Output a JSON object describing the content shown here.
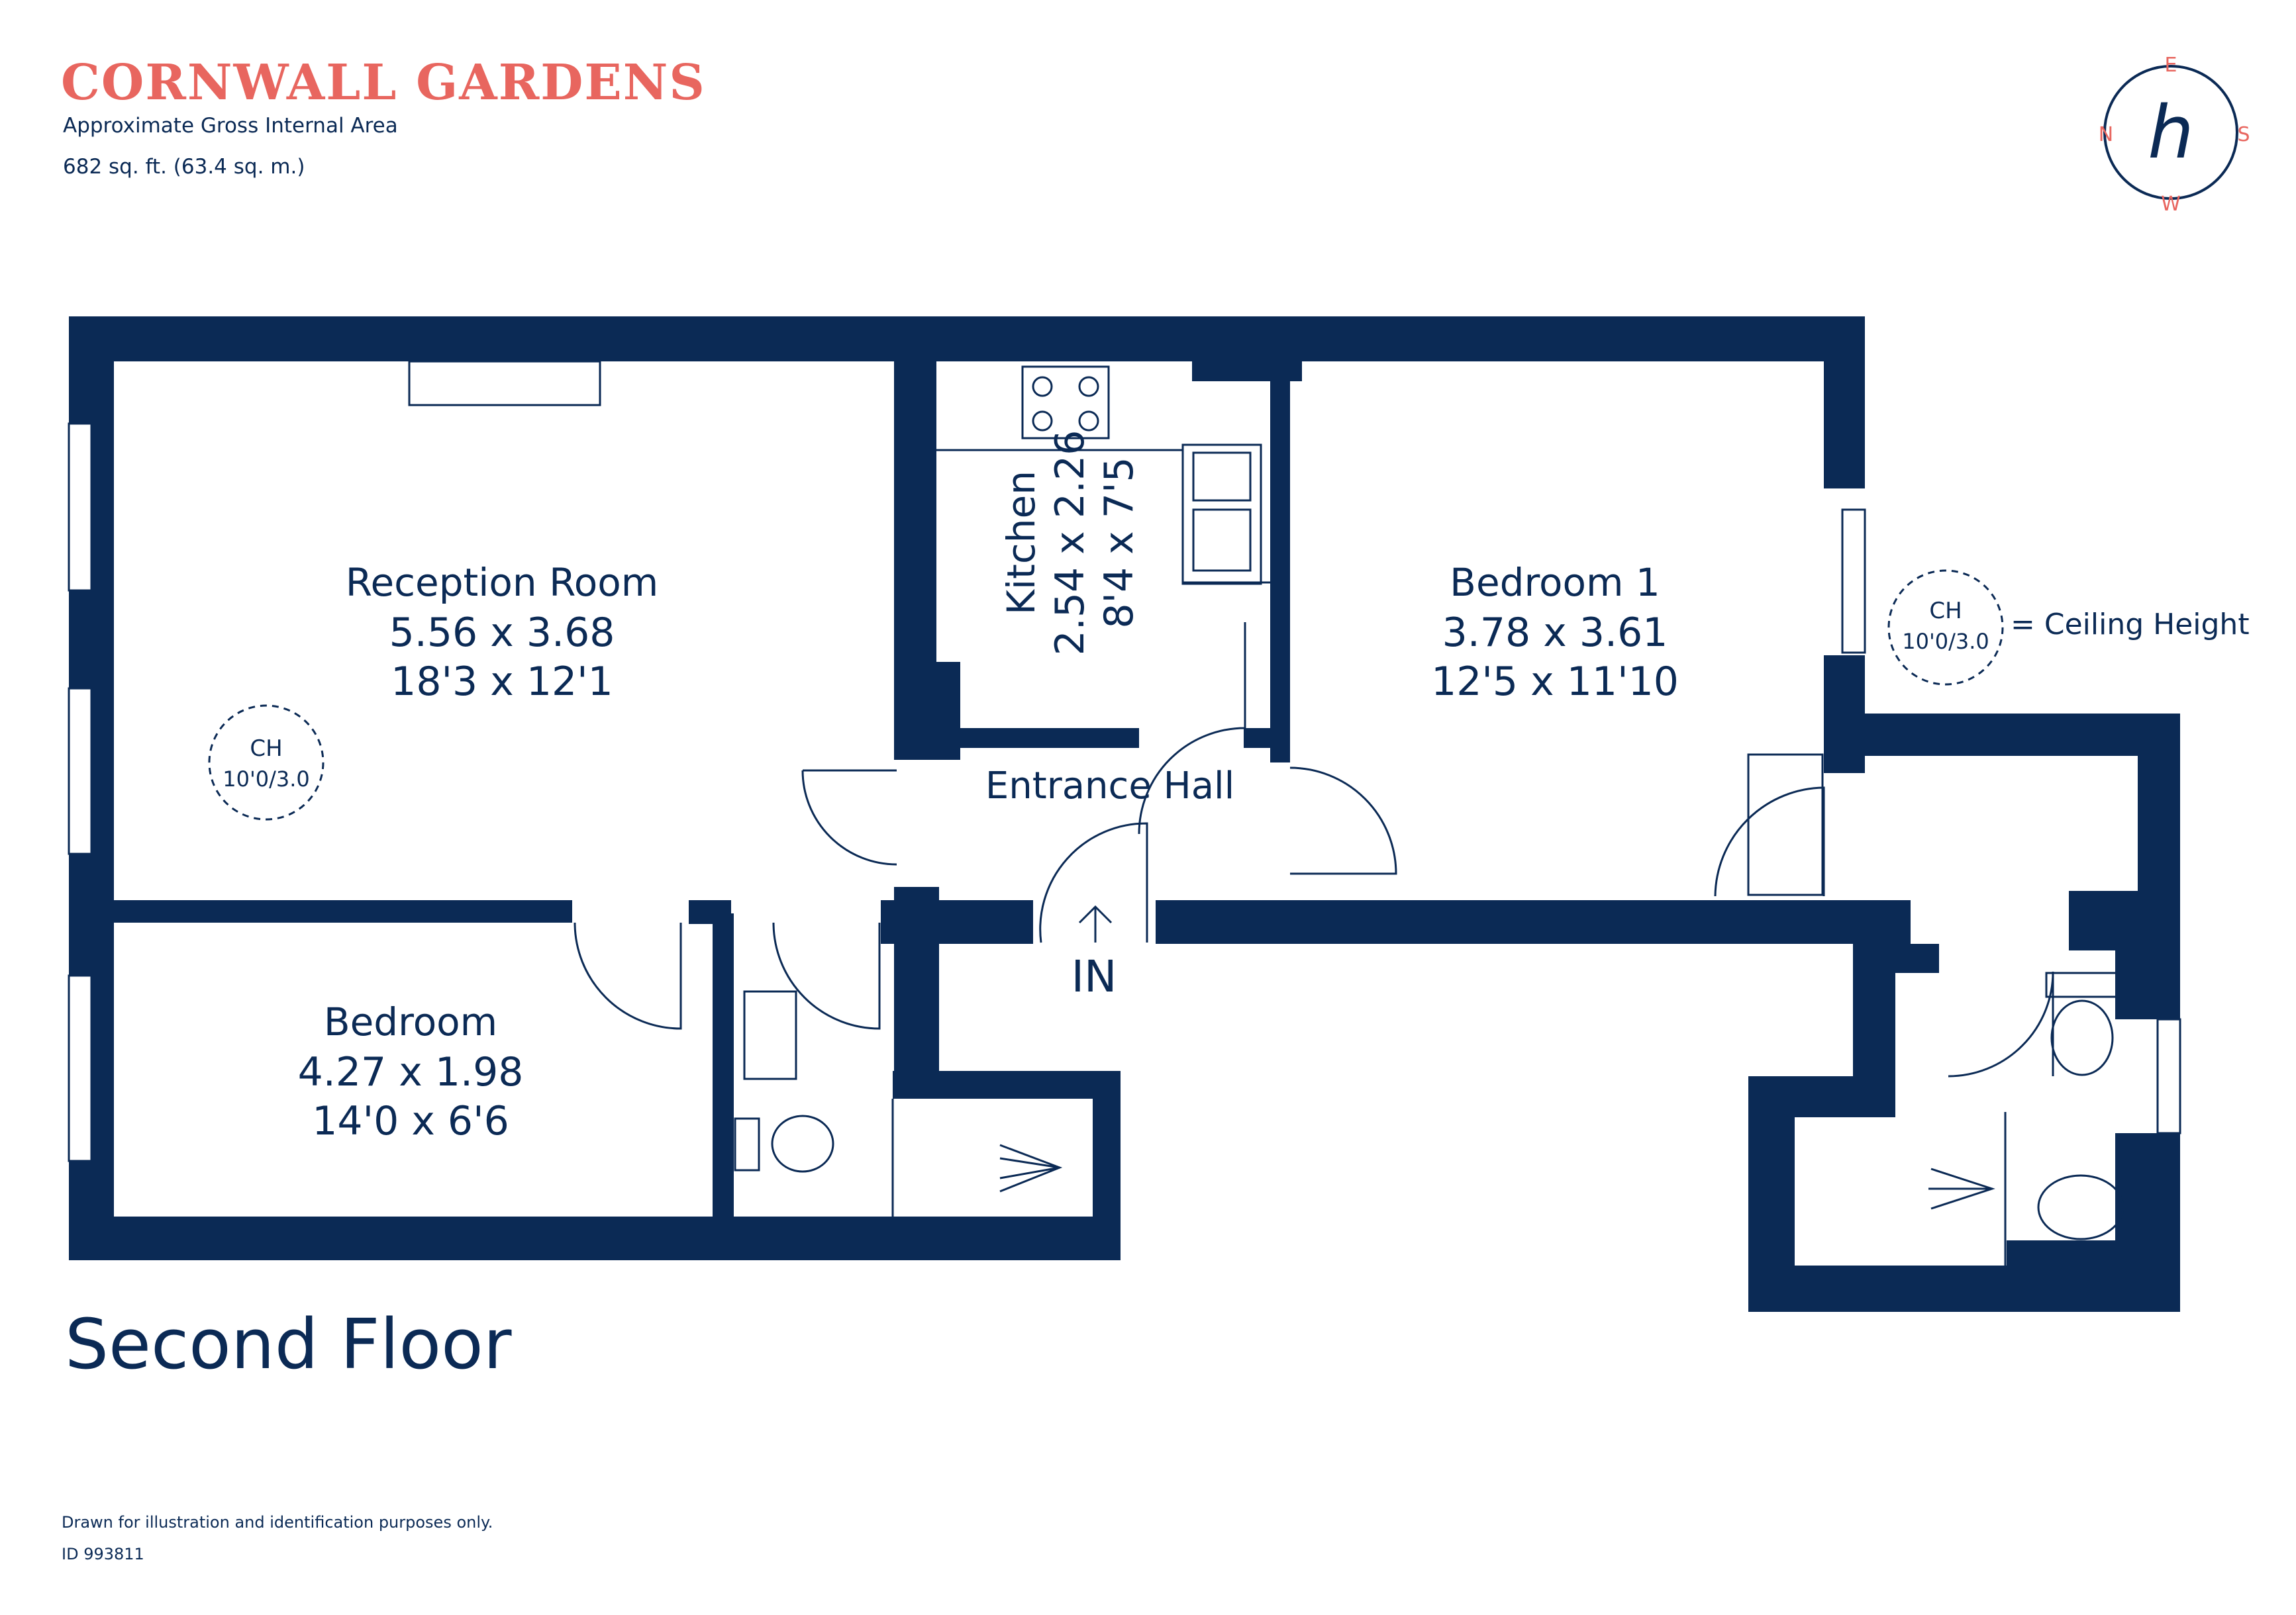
{
  "header": {
    "title": "CORNWALL GARDENS",
    "area_label": "Approximate Gross Internal Area",
    "area_value": "682 sq. ft. (63.4 sq. m.)"
  },
  "compass": {
    "north": "N",
    "east": "E",
    "south": "S",
    "west": "W",
    "logo_letter": "h"
  },
  "rooms": {
    "reception": {
      "name": "Reception Room",
      "metric": "5.56 x 3.68",
      "imperial": "18'3 x 12'1"
    },
    "kitchen": {
      "name": "Kitchen",
      "metric": "2.54 x 2.26",
      "imperial": "8'4 x 7'5"
    },
    "bedroom1": {
      "name": "Bedroom 1",
      "metric": "3.78 x 3.61",
      "imperial": "12'5 x 11'10"
    },
    "bedroom": {
      "name": "Bedroom",
      "metric": "4.27 x 1.98",
      "imperial": "14'0 x 6'6"
    },
    "hall": {
      "name": "Entrance Hall"
    }
  },
  "entrance": {
    "label": "IN"
  },
  "ceiling": {
    "abbr": "CH",
    "value": "10'0/3.0",
    "legend": "= Ceiling Height"
  },
  "floor": {
    "name": "Second Floor"
  },
  "footer": {
    "disclaimer": "Drawn for illustration and identification purposes only.",
    "id": "ID 993811"
  },
  "colors": {
    "wall": "#0b2a55",
    "accent": "#e8665f",
    "text": "#0b2a55"
  }
}
